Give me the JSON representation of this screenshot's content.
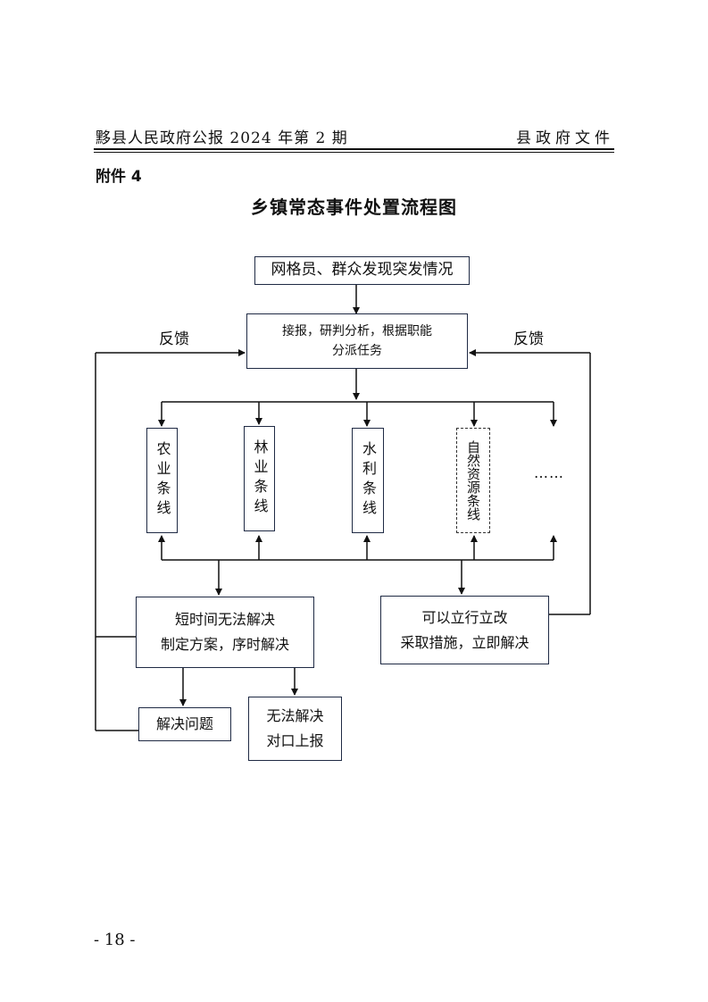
{
  "header": {
    "left": "黟县人民政府公报 2024 年第 2 期",
    "right": "县政府文件"
  },
  "attachment_label": "附件 4",
  "title": "乡镇常态事件处置流程图",
  "flow": {
    "discover": "网格员、群众发现突发情况",
    "dispatch_line1": "接报，研判分析，根据职能",
    "dispatch_line2": "分派任务",
    "feedback_left": "反馈",
    "feedback_right": "反馈",
    "lines": [
      "农业条线",
      "林业条线",
      "水利条线",
      "自然资源条线"
    ],
    "more": "……",
    "short_term_line1": "短时间无法解决",
    "short_term_line2": "制定方案，序时解决",
    "immediate_line1": "可以立行立改",
    "immediate_line2": "采取措施，立即解决",
    "solved": "解决问题",
    "escalate_line1": "无法解决",
    "escalate_line2": "对口上报"
  },
  "footer": "- 18 -"
}
